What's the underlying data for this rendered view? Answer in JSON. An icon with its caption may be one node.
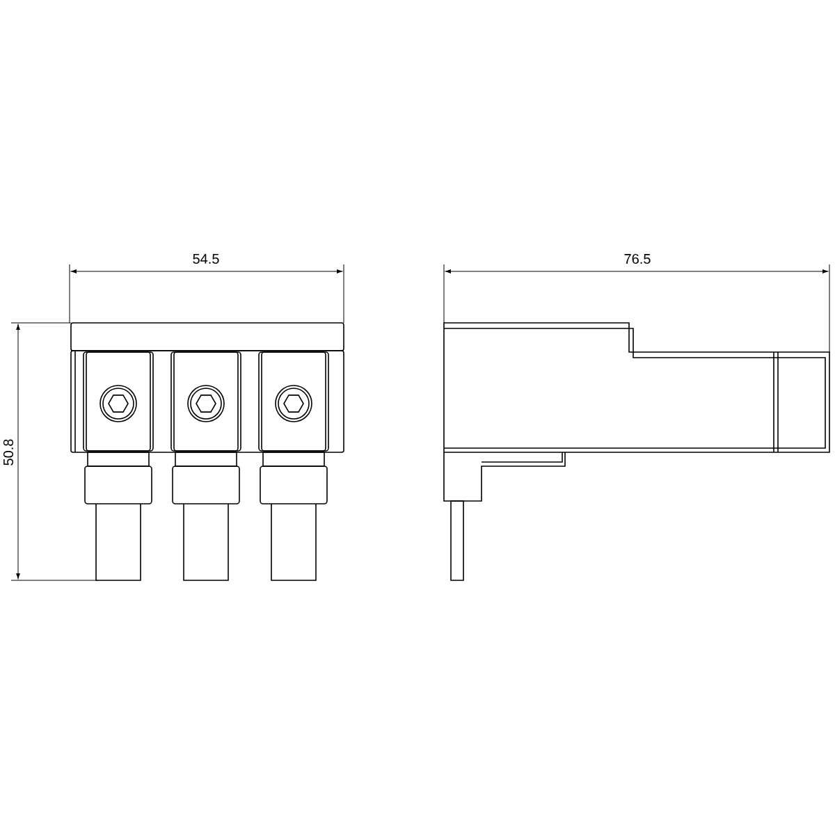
{
  "diagram": {
    "labels": [
      "54.5",
      "50.8",
      "76.5"
    ]
  }
}
